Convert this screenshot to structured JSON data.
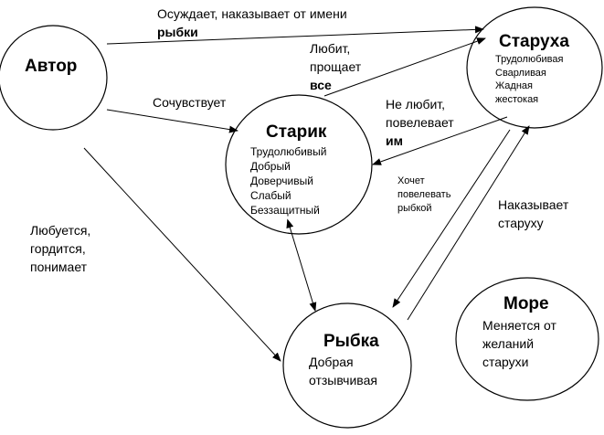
{
  "nodes": {
    "author": {
      "title": "Автор"
    },
    "old_man": {
      "title": "Старик",
      "traits": [
        "Трудолюбивый",
        "Добрый",
        "Доверчивый",
        "Слабый",
        "Беззащитный"
      ]
    },
    "old_woman": {
      "title": "Старуха",
      "traits": [
        "Трудолюбивая",
        "Сварливая",
        "Жадная",
        "жестокая"
      ]
    },
    "fish": {
      "title": "Рыбка",
      "traits": [
        "Добрая",
        "отзывчивая"
      ]
    },
    "sea": {
      "title": "Море",
      "traits": [
        "Меняется от",
        "желаний",
        "старухи"
      ]
    }
  },
  "edges": {
    "author_to_old_woman": {
      "line1": "Осуждает, наказывает от имени",
      "line2": "рыбки"
    },
    "author_to_old_man": {
      "text": "Сочувствует"
    },
    "author_to_fish": {
      "lines": [
        "Любуется,",
        "гордится,",
        "понимает"
      ]
    },
    "old_man_to_old_woman": {
      "lines": [
        "Любит,",
        "прощает"
      ],
      "last": "все"
    },
    "old_woman_to_old_man": {
      "lines": [
        "Не любит,",
        "повелевает"
      ],
      "last": "им"
    },
    "old_woman_to_fish": {
      "lines": [
        "Хочет",
        "повелевать",
        "рыбкой"
      ]
    },
    "fish_to_old_woman": {
      "lines": [
        "Наказывает",
        "старуху"
      ]
    }
  }
}
